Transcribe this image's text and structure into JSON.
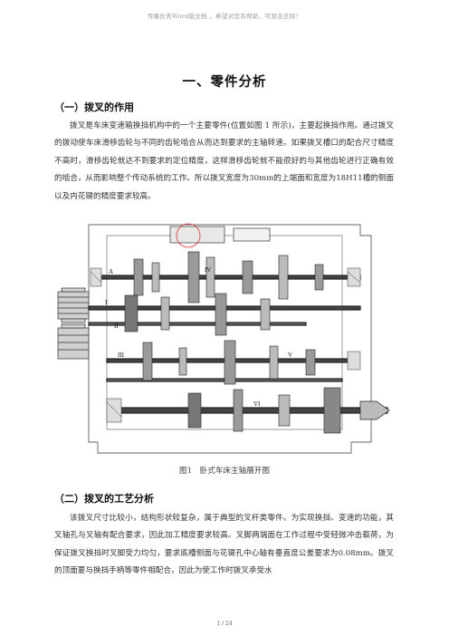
{
  "header_note": "传播优秀Word版文档 ，希望对您有帮助，可双击去除！",
  "title": "一、零件分析",
  "section1": {
    "heading": "（一）拨叉的作用",
    "paragraph": "拨叉是车床变速箱换挡机构中的一个主要零件(位置如图 1 所示)，主要起换挡作用。通过拨叉的拨动使车床滑移齿轮与不同的齿轮啮合从而达到要求的主轴转速。如果拨叉槽口的配合尺寸精度不高时，滑移齿轮就达不到要求的定位精度，这样滑移齿轮就不能很好的与其他齿轮进行正确有效的啮合，从而影响整个传动系统的工作。所以拨叉宽度为30mm的上端面和宽度为18H11槽的侧面以及内花键的精度要求较高。"
  },
  "figure": {
    "caption": "图1　卧式车床主轴展开图",
    "shaft_labels": [
      "A",
      "IV",
      "I",
      "III",
      "V",
      "VI",
      "II"
    ]
  },
  "section2": {
    "heading": "（二）拨叉的工艺分析",
    "paragraph": "该拨叉尺寸比较小，结构形状较复杂，属于典型的叉杆类零件。为实现换挡、变速的功能，其叉轴孔与叉轴有配合要求，因此加工精度要求较高。叉脚两端面在工作过程中受轻微冲击载荷，为保证拨叉换挡时叉脚受力均匀，要求底槽侧面与花键孔中心轴有垂直度公差要求为0.08mm。拨叉的顶面要与换挡手柄等零件相配合，因此为使工作时拨叉承受水"
  },
  "footer": "1 / 24"
}
